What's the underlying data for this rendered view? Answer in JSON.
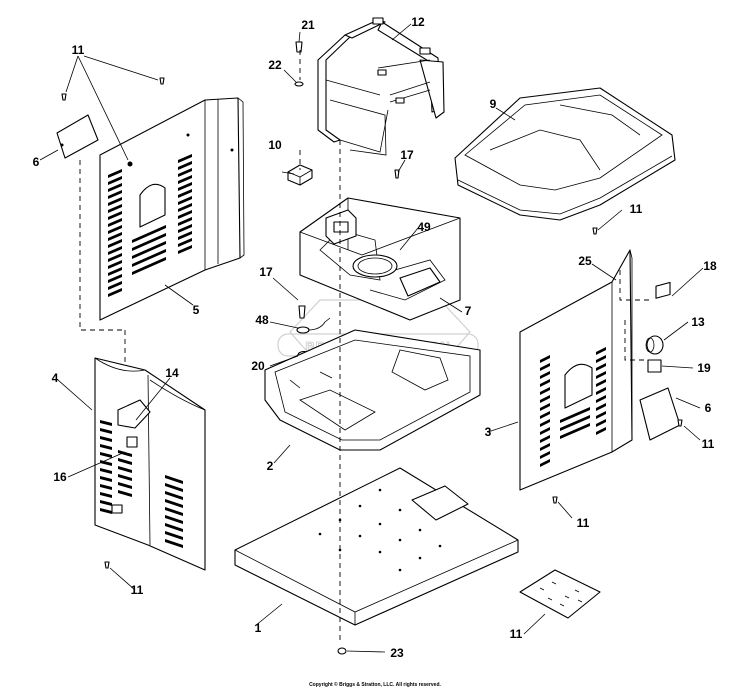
{
  "diagram": {
    "callouts": {
      "c1": "1",
      "c2": "2",
      "c3": "3",
      "c4": "4",
      "c5": "5",
      "c6a": "6",
      "c6b": "6",
      "c7": "7",
      "c9": "9",
      "c10": "10",
      "c11a": "11",
      "c11b": "11",
      "c11c": "11",
      "c11d": "11",
      "c11e": "11",
      "c11f": "11",
      "c12": "12",
      "c13": "13",
      "c14": "14",
      "c16": "16",
      "c17a": "17",
      "c17b": "17",
      "c18": "18",
      "c19": "19",
      "c20": "20",
      "c21": "21",
      "c22": "22",
      "c23": "23",
      "c25": "25",
      "c48": "48",
      "c49": "49"
    },
    "watermark": "BRIGGS&STRATTON",
    "copyright": "Copyright © Briggs & Stratton, LLC. All rights reserved."
  }
}
